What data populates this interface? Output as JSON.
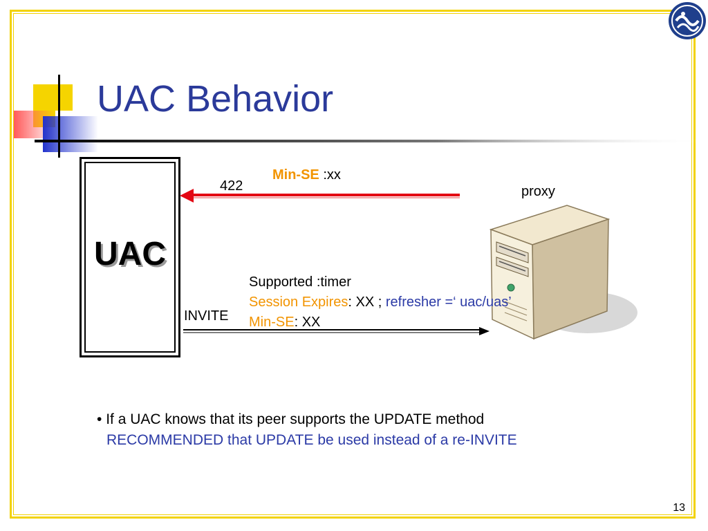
{
  "slide": {
    "title": "UAC Behavior",
    "uac_label": "UAC",
    "response": {
      "code": "422",
      "header_name": "Min-SE",
      "header_value": " :xx"
    },
    "proxy_label": "proxy",
    "request": {
      "method": "INVITE",
      "line1": "Supported :timer",
      "line2_name": "Session Expires",
      "line2_value": ": XX ; ",
      "line2_refresher": "refresher =‘ uac/uas’",
      "line3_name": "Min-SE",
      "line3_value": ": XX"
    },
    "bullet": {
      "marker": "•",
      "line1": "If a UAC knows that its peer supports the UPDATE method",
      "line2": "RECOMMENDED that UPDATE be used instead of a re-INVITE"
    },
    "page_number": "13"
  },
  "colors": {
    "title": "#2b3a9a",
    "accent_orange": "#f29400",
    "accent_blue": "#2b3aa6",
    "response_arrow": "#e30613",
    "frame": "#f2d200"
  },
  "icons": [
    "logo-icon",
    "server-icon"
  ]
}
